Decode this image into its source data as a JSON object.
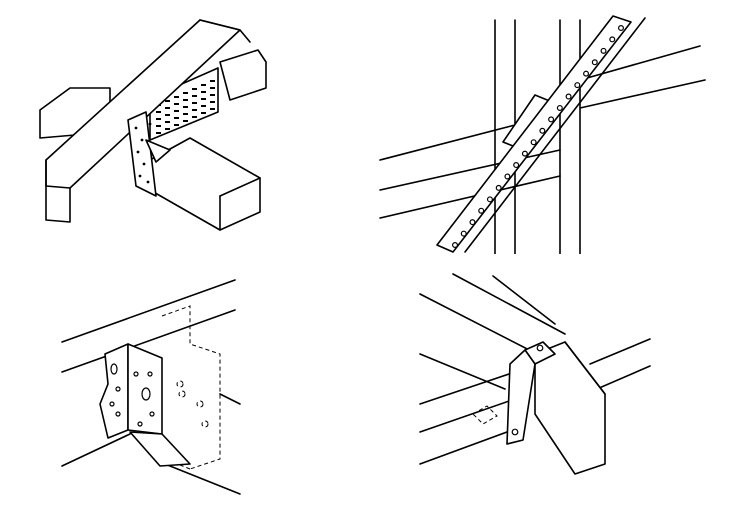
{
  "figure": {
    "panels": [
      {
        "id": "nail-plate-rafter-tie",
        "icon": "truss-connector-icon"
      },
      {
        "id": "perforated-strap-bracing",
        "icon": "strap-brace-icon"
      },
      {
        "id": "joist-hanger",
        "icon": "joist-hanger-icon"
      },
      {
        "id": "hurricane-tie",
        "icon": "hurricane-tie-icon"
      }
    ],
    "colors": {
      "line": "#000000",
      "background": "#ffffff"
    }
  }
}
